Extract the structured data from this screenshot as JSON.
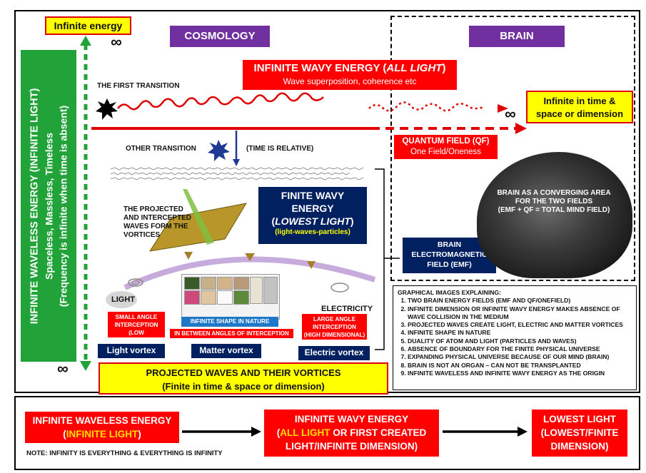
{
  "top": {
    "infinite_energy": "Infinite energy",
    "infinity_symbol": "∞",
    "cosmology": "COSMOLOGY",
    "brain": "BRAIN"
  },
  "left_bar": {
    "line1": "INFINITE WAVELESS ENERGY (INFINITE LIGHT)",
    "line2": "Spaceless, Massless, Timeless",
    "line3": "(Frequency is infinite when time is absent)"
  },
  "wavy": {
    "title_main": "INFINITE WAVY ENERGY (",
    "title_italic": "ALL LIGHT",
    "title_end": ")",
    "subtitle": "Wave superposition, coherence etc",
    "first_transition": "THE FIRST TRANSITION",
    "infinite_time_1": "Infinite in time &",
    "infinite_time_2": "space or dimension",
    "quantum_field_1": "QUANTUM FIELD (QF)",
    "quantum_field_2": "One Field/Oneness"
  },
  "middle": {
    "other_transition": "OTHER TRANSITION",
    "time_relative": "(TIME IS RELATIVE)",
    "projected_1": "THE PROJECTED",
    "projected_2": "AND INTERCEPTED",
    "projected_3": "WAVES FORM THE",
    "projected_4": "VORTICES",
    "finite_1": "FINITE WAVY",
    "finite_2": "ENERGY",
    "finite_3_pre": "(",
    "finite_3_italic": "LOWEST LIGHT",
    "finite_3_post": ")",
    "finite_4": "(light-waves-particles)",
    "emf_1": "BRAIN",
    "emf_2": "ELECTROMAGNETIC",
    "emf_3": "FIELD (EMF)",
    "brain_area_1": "BRAIN AS A CONVERGING AREA",
    "brain_area_2": "FOR THE TWO FIELDS",
    "brain_area_3": "(EMF + QF = TOTAL MIND FIELD)"
  },
  "vortices": {
    "light": "LIGHT",
    "small_angle_1": "SMALL ANGLE",
    "small_angle_2": "INTERCEPTION",
    "small_angle_3": "(LOW DIMENSIONAL)",
    "infinite_shape": "INFINITE SHAPE IN NATURE",
    "between_angles": "IN BETWEEN ANGLES OF INTERCEPTION",
    "electricity": "ELECTRICITY",
    "large_angle_1": "LARGE ANGLE",
    "large_angle_2": "INTERCEPTION",
    "large_angle_3": "(HIGH DIMENSIONAL)",
    "light_vortex": "Light vortex",
    "matter_vortex": "Matter vortex",
    "electric_vortex": "Electric vortex",
    "projected_title": "PROJECTED WAVES AND THEIR VORTICES",
    "projected_sub": "(Finite in time & space or dimension)"
  },
  "list": {
    "heading": "GRAPHICAL IMAGES EXPLAINING:",
    "items": [
      "TWO BRAIN ENERGY FIELDS (EMF AND QF/ONEFIELD)",
      "INFINITE DIMENSION OR INFINITE WAVY ENERGY MAKES ABSENCE OF WAVE COLLISION IN THE MEDIUM",
      "PROJECTED WAVES CREATE LIGHT, ELECTRIC AND MATTER VORTICES",
      "INFINITE SHAPE IN NATURE",
      "DUALITY OF ATOM AND LIGHT (PARTICLES AND WAVES)",
      "ABSENCE OF BOUNDARY FOR THE FINITE PHYSICAL UNIVERSE",
      "EXPANDING PHYSICAL UNIVERSE BECAUSE OF OUR MIND (BRAIN)",
      "BRAIN IS NOT AN ORGAN – CAN NOT BE TRANSPLANTED",
      "INFINITE WAVELESS AND INFINITE WAVY ENERGY AS THE ORIGIN"
    ]
  },
  "bottom": {
    "box1_1": "INFINITE WAVELESS ENERGY",
    "box1_2_pre": "(",
    "box1_2_italic": "INFINITE LIGHT",
    "box1_2_post": ")",
    "box2_1": "INFINITE WAVY ENERGY",
    "box2_2_pre": "(",
    "box2_2_italic": "ALL LIGHT",
    "box2_2_post": " OR FIRST CREATED",
    "box2_3": "LIGHT/INFINITE DIMENSION)",
    "box3_1": "LOWEST LIGHT",
    "box3_2": "(LOWEST/FINITE",
    "box3_3": "DIMENSION)",
    "note": "NOTE: INFINITY IS EVERYTHING & EVERYTHING IS INFINITY"
  },
  "colors": {
    "red": "#ff0000",
    "yellow": "#ffff00",
    "green": "#22a33a",
    "navy": "#002060",
    "purple": "#7030a0"
  }
}
